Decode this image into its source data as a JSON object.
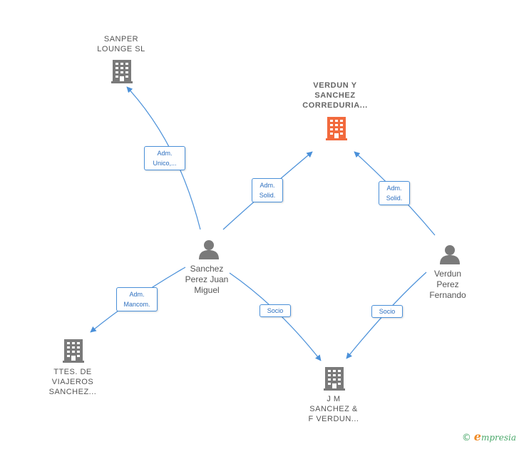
{
  "companies": {
    "sanper": {
      "lines": [
        "SANPER",
        "LOUNGE  SL"
      ]
    },
    "verdun_main": {
      "lines": [
        "VERDUN Y",
        "SANCHEZ",
        "CORREDURIA..."
      ]
    },
    "ttes": {
      "lines": [
        "TTES.  DE",
        "VIAJEROS",
        "SANCHEZ..."
      ]
    },
    "jm": {
      "lines": [
        "J M",
        "SANCHEZ &",
        "F VERDUN..."
      ]
    }
  },
  "persons": {
    "sanchez": {
      "lines": [
        "Sanchez",
        "Perez Juan",
        "Miguel"
      ]
    },
    "verdun": {
      "lines": [
        "Verdun",
        "Perez",
        "Fernando"
      ]
    }
  },
  "edges": {
    "sanchez_sanper": {
      "lines": [
        "Adm.",
        "Unico,..."
      ]
    },
    "sanchez_verdun_main": {
      "lines": [
        "Adm.",
        "Solid."
      ]
    },
    "verdun_verdun_main": {
      "lines": [
        "Adm.",
        "Solid."
      ]
    },
    "sanchez_ttes": {
      "lines": [
        "Adm.",
        "Mancom."
      ]
    },
    "sanchez_jm": {
      "lines": [
        "Socio"
      ]
    },
    "verdun_jm": {
      "lines": [
        "Socio"
      ]
    }
  },
  "colors": {
    "edge": "#4a90d9",
    "building": "#7a7a7a",
    "building_main": "#f26a3d",
    "person": "#7a7a7a"
  },
  "brand": {
    "copyright": "©",
    "initial": "e",
    "rest": "mpresia"
  }
}
